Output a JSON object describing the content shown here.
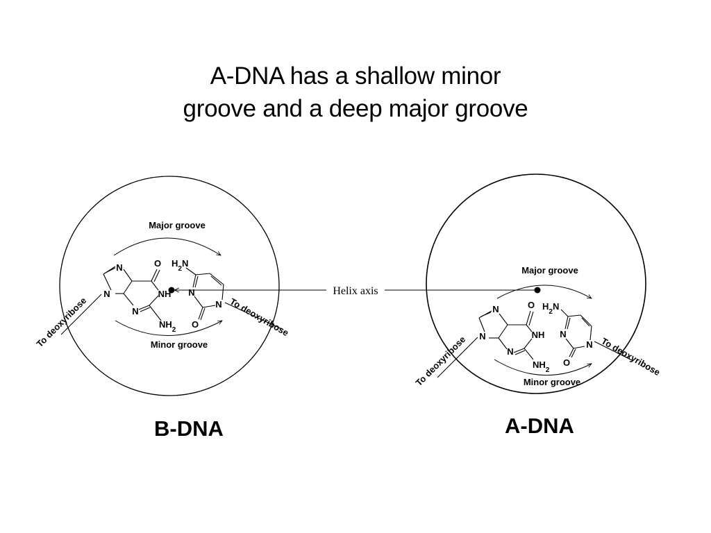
{
  "title": {
    "line1": "A-DNA has a shallow minor",
    "line2": "groove and a deep major groove"
  },
  "helix_axis_label": "Helix axis",
  "b_dna": {
    "label": "B-DNA",
    "major_groove": "Major groove",
    "minor_groove": "Minor groove",
    "to_deoxyribose_left": "To deoxyribose",
    "to_deoxyribose_right": "To deoxyribose",
    "atoms": {
      "n7": "N",
      "n9": "N",
      "o6": "O",
      "n1h": "NH",
      "n3": "N",
      "nh2": "NH2",
      "h2n": "H2N",
      "cn3": "N",
      "cn1": "N",
      "o2": "O"
    }
  },
  "a_dna": {
    "label": "A-DNA",
    "major_groove": "Major groove",
    "minor_groove": "Minor groove",
    "to_deoxyribose_left": "To deoxyribose",
    "to_deoxyribose_right": "To deoxyribose",
    "atoms": {
      "n7": "N",
      "n9": "N",
      "o6": "O",
      "n1h": "NH",
      "n3": "N",
      "nh2": "NH2",
      "h2n": "H2N",
      "cn3": "N",
      "cn1": "N",
      "o2": "O"
    }
  }
}
